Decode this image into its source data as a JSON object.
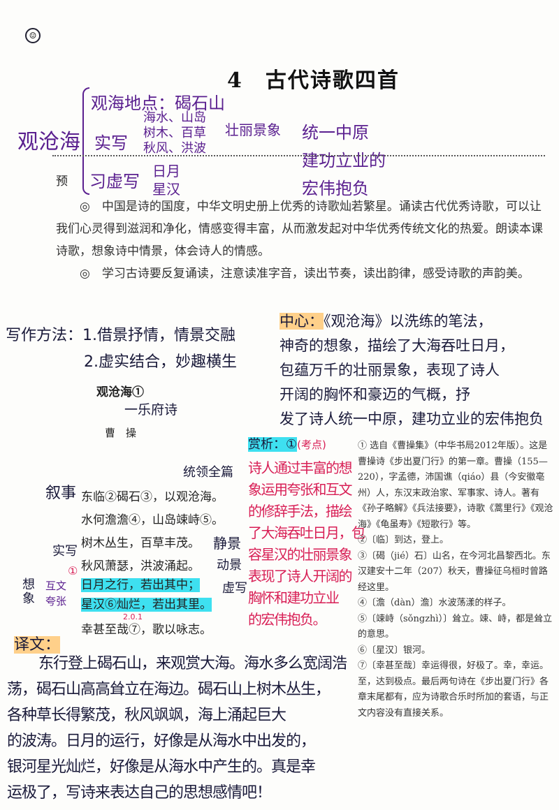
{
  "title": "4　古代诗歌四首",
  "mindmap": {
    "root": "观沧海",
    "place": "观海地点：碣石山",
    "real_label": "实写",
    "real_items": [
      "海水、山岛",
      "树木、百草",
      "秋风、洪波"
    ],
    "real_summary": "壮丽景象",
    "virtual_prefix": "预",
    "virtual_label": "习虚写",
    "virtual_items": [
      "日月",
      "星汉"
    ],
    "aim": [
      "统一中原",
      "建功立业的",
      "宏伟抱负"
    ]
  },
  "intro": [
    "◎　中国是诗的国度，中华文明史册上优秀的诗歌灿若繁星。诵读古代优秀诗歌，可以让我们心灵得到滋润和净化，情感变得丰富，从而激发起对中华优秀传统文化的热爱。朗读本课诗歌，想象诗中情景，体会诗人的情感。",
    "◎　学习古诗要反复诵读，注意读准字音，读出节奏，读出韵律，感受诗歌的声韵美。"
  ],
  "writing_method": [
    "写作方法：1.借景抒情，情景交融",
    "2.虚实结合，妙趣横生"
  ],
  "center": {
    "label": "中心：",
    "lines": [
      "《观沧海》以洗练的笔法，",
      "神奇的想象，描绘了大海吞吐日月，",
      "包蕴万千的壮丽景象，表现了诗人",
      "开阔的胸怀和豪迈的气概，抒",
      "发了诗人统一中原，建功立业的宏伟抱负"
    ]
  },
  "poem": {
    "title": "观沧海①",
    "genre_note": "一乐府诗",
    "author": "曹　操",
    "note_top": "统领全篇",
    "side_narrate": "叙事",
    "side_real": "实写",
    "side_imagine": "想象",
    "side_huwen": "互文",
    "side_kuazhang": "夸张",
    "side_still": "静景",
    "side_move": "动景",
    "side_virtual": "虚写",
    "mark_one": "①",
    "mark_two": "2.0.1",
    "lines": [
      "东临②碣石③，以观沧海。",
      "水何澹澹④，山岛竦峙⑤。",
      "树木丛生，百草丰茂。",
      "秋风萧瑟，洪波涌起。",
      "日月之行，若出其中；",
      "星汉⑥灿烂，若出其里。",
      "幸甚至哉⑦，歌以咏志。"
    ]
  },
  "appreciation": {
    "label": "赏析：①",
    "tag": "(考点)",
    "lines": [
      "诗人通过丰富的想",
      "象运用夸张和互文",
      "的修辞手法，描绘",
      "了大海吞吐日月，包",
      "容星汉的壮丽景象",
      "表现了诗人开阔的",
      "胸怀和建功立业",
      "的宏伟抱负。"
    ]
  },
  "notes": [
    "① 选自《曹操集》（中华书局2012年版）。这是曹操诗《步出夏门行》的第一章。曹操（155—220），字孟德，沛国谯（qiáo）县（今安徽亳州）人，东汉末政治家、军事家、诗人。著有《孙子略解》《兵法接要》，诗歌《蒿里行》《观沧海》《龟虽寿》《短歌行》等。",
    "②〔临〕到达，登上。",
    "③〔碣（jié）石〕山名，在今河北昌黎西北。东汉建安十二年（207）秋天，曹操征乌桓时曾路经这里。",
    "④〔澹（dàn）澹〕水波荡漾的样子。",
    "⑤〔竦峙（sǒngzhì）〕耸立。竦、峙，都是耸立的意思。",
    "⑥〔星汉〕银河。",
    "⑦〔幸甚至哉〕幸运得很，好极了。幸，幸运。至，达到极点。最后两句诗在《步出夏门行》各章末尾都有，应为诗歌合乐时所加的套语，与正文内容没有直接关系。"
  ],
  "translation": {
    "label": "译文：",
    "lines": [
      "东行登上碣石山，来观赏大海。海水多么宽阔浩",
      "荡，碣石山高高耸立在海边。碣石山上树木丛生，",
      "各种草长得繁茂，秋风飒飒，海上涌起巨大",
      "的波涛。日月的运行，好像是从海水中出发的，",
      "银河星光灿烂，好像是从海水中产生的。真是幸",
      "运极了，写诗来表达自己的思想感情吧！"
    ]
  },
  "colors": {
    "purple_ink": "#5a1f8f",
    "red_ink": "#d81e55",
    "cyan_highlight": "#3ee0f0",
    "orange_highlight": "#ffd08a"
  }
}
